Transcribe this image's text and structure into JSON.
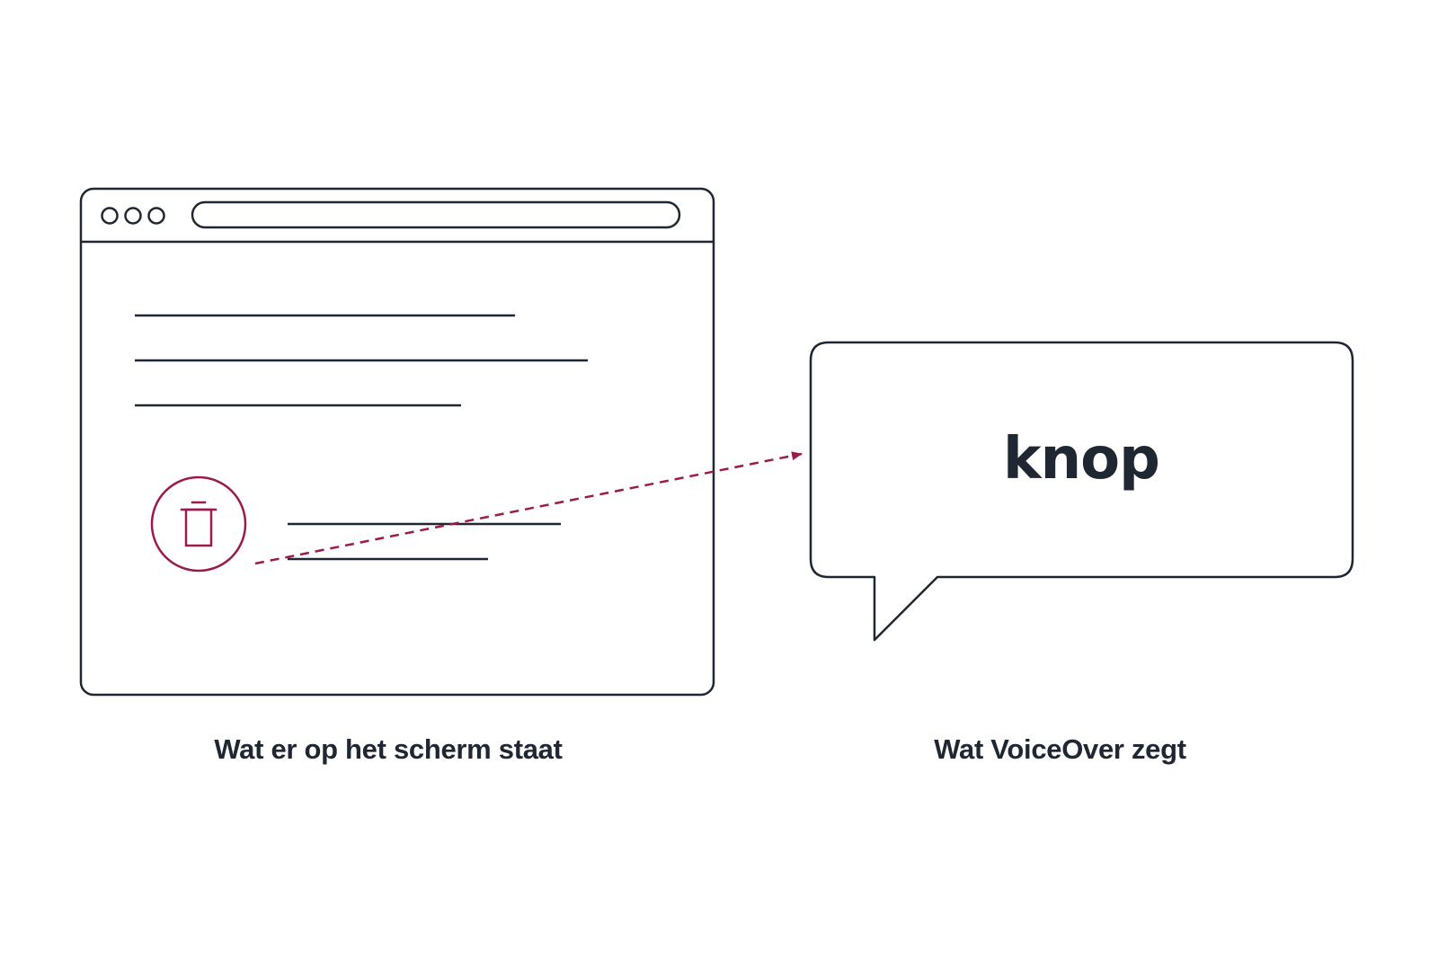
{
  "captions": {
    "screen": "Wat er op het scherm staat",
    "voiceover": "Wat VoiceOver zegt"
  },
  "speech_bubble": {
    "text": "knop"
  },
  "icons": {
    "trash": "trash-icon",
    "window_controls": "window-dots-icon"
  },
  "colors": {
    "ink": "#1f2733",
    "accent": "#9b1b4e",
    "background": "#ffffff"
  }
}
